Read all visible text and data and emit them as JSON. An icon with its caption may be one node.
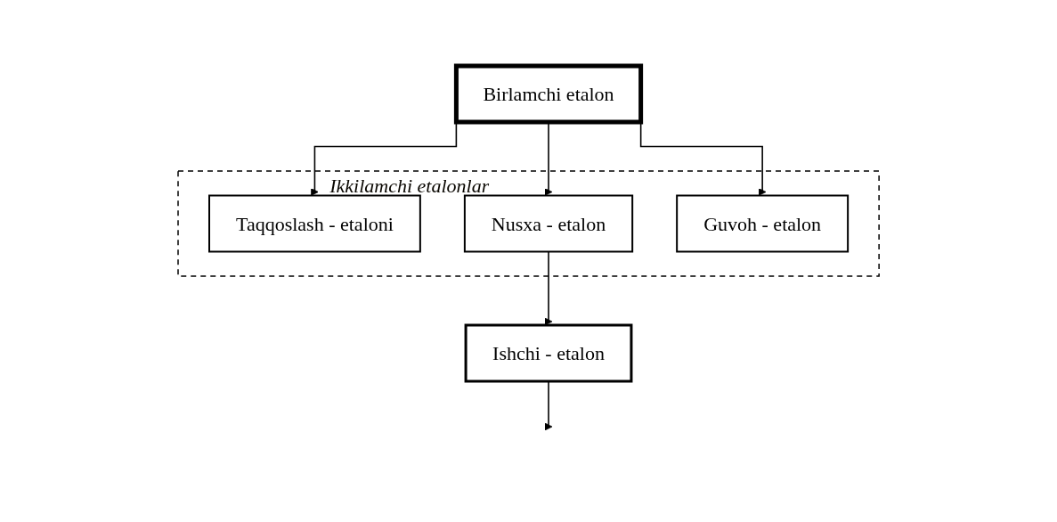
{
  "diagram": {
    "nodes": [
      {
        "text": [
          "Birlamchi etalon"
        ]
      },
      {
        "text": [
          "Ikkilamchi etalonlar"
        ]
      },
      {
        "text": [
          "Taqqoslash - etaloni"
        ],
        "in": 1
      },
      {
        "text": [
          "Nusxa - etalon"
        ],
        "in": 1
      },
      {
        "text": [
          "Guvoh - etalon"
        ],
        "in": 1
      },
      {
        "text": [
          "Ishchi - etalon"
        ]
      }
    ],
    "edges": [
      {
        "from": 0,
        "to": 2,
        "arrow": "to"
      },
      {
        "from": 0,
        "to": 3,
        "arrow": "to"
      },
      {
        "from": 0,
        "to": 4,
        "arrow": "to"
      },
      {
        "from": 3,
        "to": 5,
        "arrow": "to"
      },
      {
        "from": 5,
        "to": null,
        "arrow": "to"
      }
    ]
  }
}
